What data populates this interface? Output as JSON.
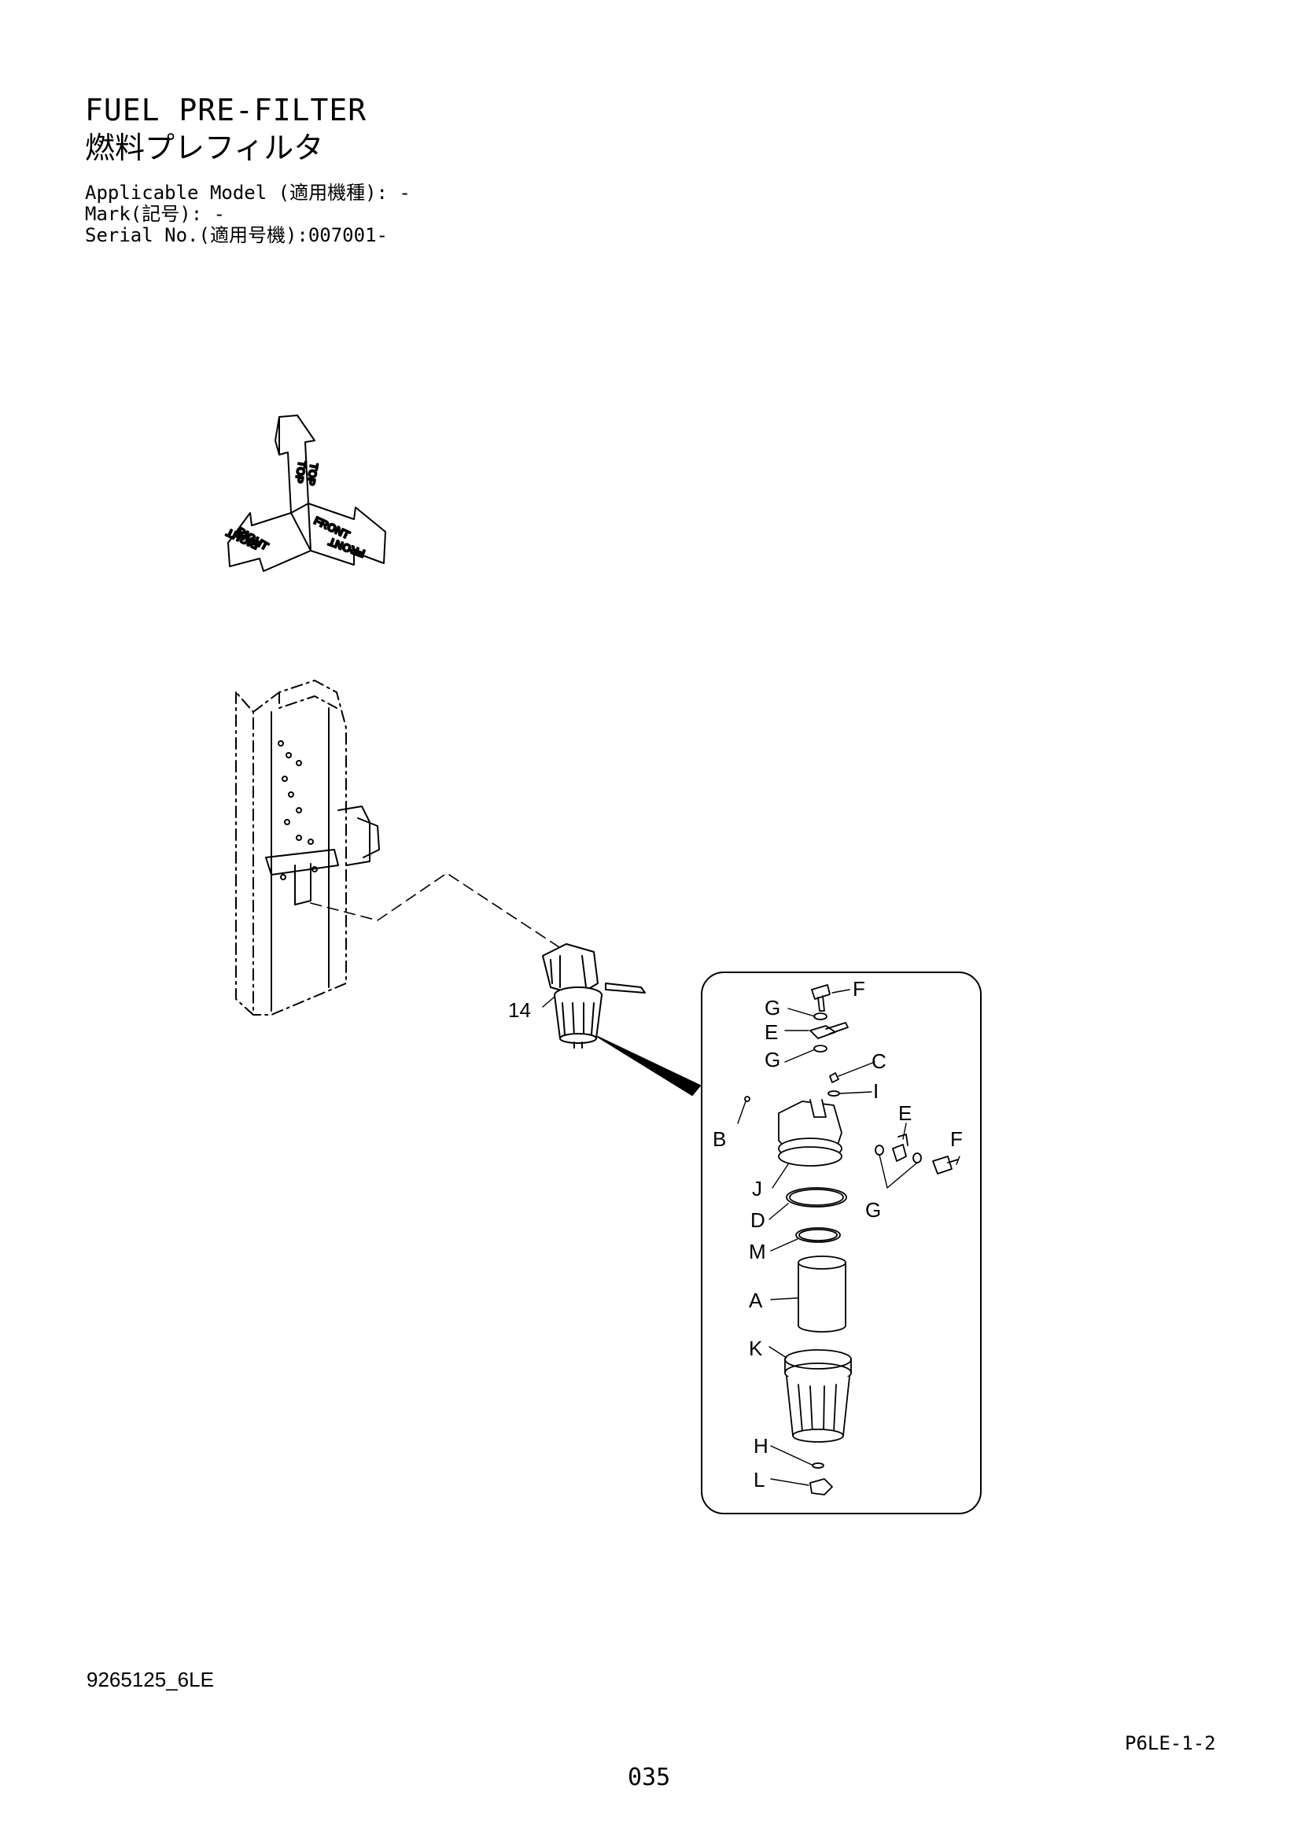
{
  "header": {
    "title_en": "FUEL PRE-FILTER",
    "title_jp": "燃料プレフィルタ",
    "applicable_model": "Applicable Model (適用機種): -",
    "mark": "Mark(記号): -",
    "serial_no": "Serial No.(適用号機):007001-"
  },
  "orientation": {
    "top": "TOP",
    "right": "RIGHT",
    "front": "FRONT"
  },
  "callouts": {
    "main_part": "14",
    "F_top": "F",
    "G_upper": "G",
    "E_upper": "E",
    "G_middle": "G",
    "C": "C",
    "I": "I",
    "B": "B",
    "E_side": "E",
    "F_side": "F",
    "J": "J",
    "G_side": "G",
    "D": "D",
    "M": "M",
    "A": "A",
    "K": "K",
    "H": "H",
    "L": "L"
  },
  "footer": {
    "document_number": "9265125_6LE",
    "page_code": "P6LE-1-2",
    "page_number": "035"
  }
}
